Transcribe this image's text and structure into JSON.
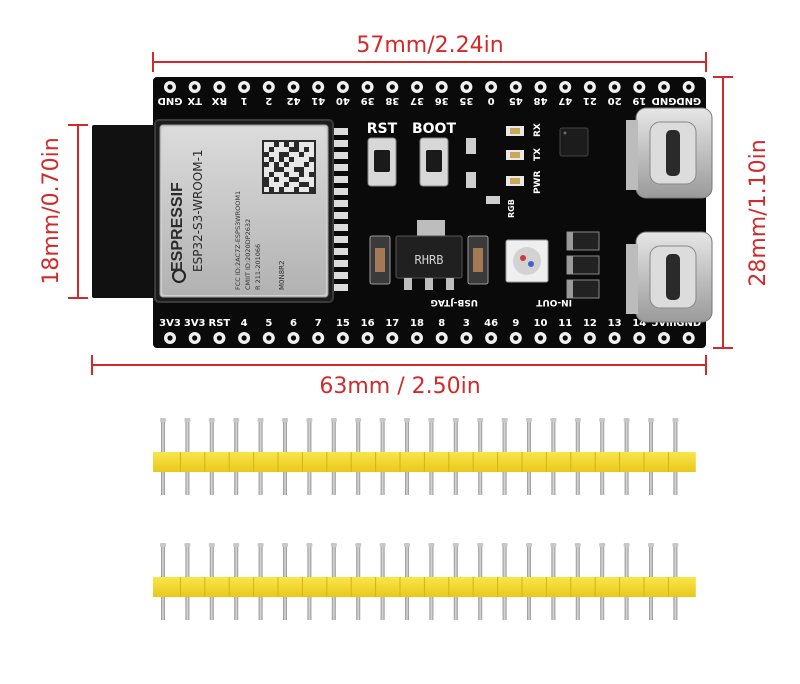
{
  "dimensions": {
    "top_length": "57mm/2.24in",
    "bottom_length": "63mm / 2.50in",
    "left_height": "18mm/0.70in",
    "right_height": "28mm/1.10in",
    "color": "#d22a2a"
  },
  "board": {
    "color": "#0a0a0a",
    "top_pins": [
      "GND",
      "TX",
      "RX",
      "1",
      "2",
      "42",
      "41",
      "40",
      "39",
      "38",
      "37",
      "36",
      "35",
      "0",
      "45",
      "48",
      "47",
      "21",
      "20",
      "19",
      "GND",
      "GND"
    ],
    "bottom_pins": [
      "3V3",
      "3V3",
      "RST",
      "4",
      "5",
      "6",
      "7",
      "15",
      "16",
      "17",
      "18",
      "8",
      "3",
      "46",
      "9",
      "10",
      "11",
      "12",
      "13",
      "14",
      "5Vin",
      "GND"
    ],
    "buttons": [
      "RST",
      "BOOT"
    ],
    "module": {
      "brand": "ESPRESSIF",
      "model": "ESP32-S3-WROOM-1",
      "lines": [
        "FCC ID:2AC7Z-ESPS3WROOM1",
        "CMIIT ID:2020DP2632",
        "R 211-201066",
        "M0N8R2"
      ]
    },
    "regulator_label": "RHRB",
    "leds": [
      "RX",
      "TX",
      "PWR"
    ],
    "labels": [
      "USB-JTAG",
      "IN-OUT",
      "RGB"
    ]
  },
  "headers": {
    "pin_count": 22,
    "strip_count": 2,
    "housing_color": "#f5dc2a",
    "pin_color": "#b4b4b4"
  }
}
